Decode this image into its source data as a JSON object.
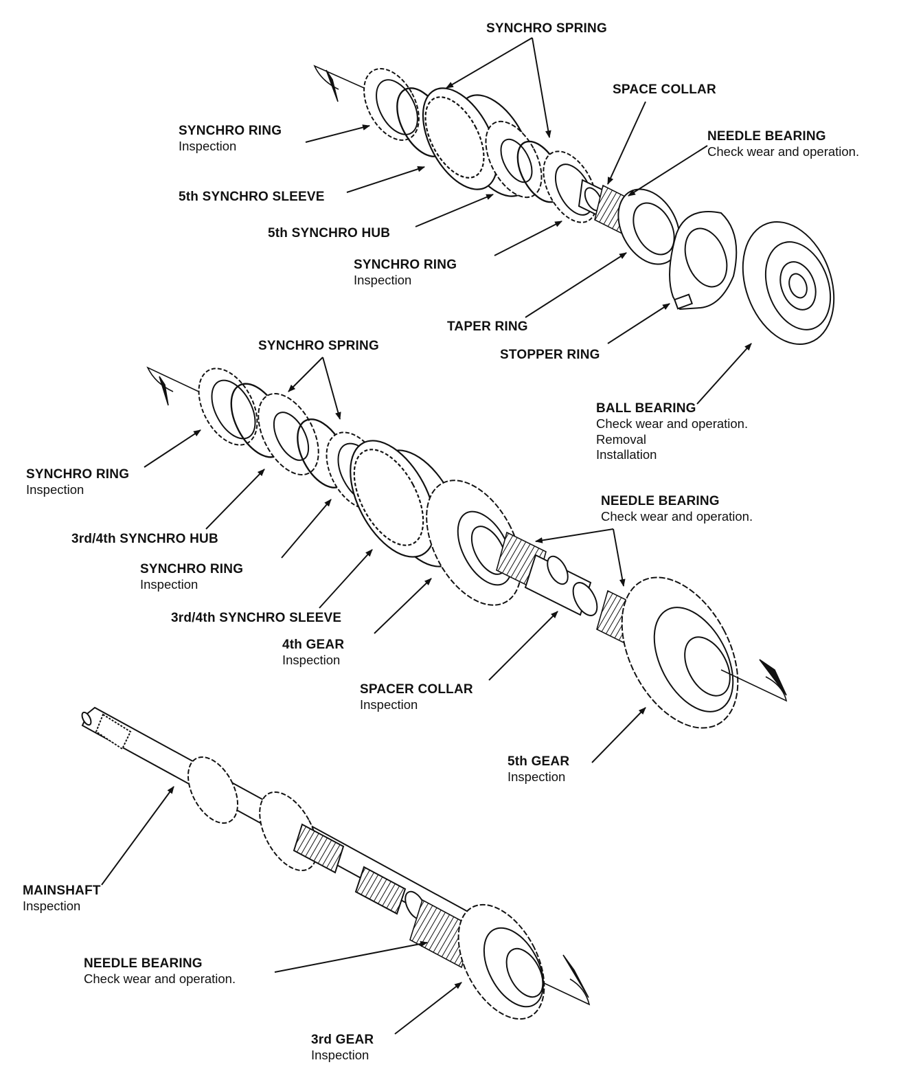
{
  "labels": {
    "synchro_spring_top": {
      "name": "SYNCHRO SPRING"
    },
    "space_collar": {
      "name": "SPACE COLLAR"
    },
    "needle_bearing_top": {
      "name": "NEEDLE BEARING",
      "note": "Check wear and operation."
    },
    "synchro_ring_top_left": {
      "name": "SYNCHRO RING",
      "note": "Inspection"
    },
    "fifth_synchro_sleeve": {
      "name": "5th SYNCHRO SLEEVE"
    },
    "fifth_synchro_hub": {
      "name": "5th SYNCHRO HUB"
    },
    "synchro_ring_top_mid": {
      "name": "SYNCHRO RING",
      "note": "Inspection"
    },
    "taper_ring": {
      "name": "TAPER RING"
    },
    "stopper_ring": {
      "name": "STOPPER RING"
    },
    "ball_bearing": {
      "name": "BALL BEARING",
      "note": "Check wear and operation.",
      "note2": "Removal",
      "note3": "Installation"
    },
    "synchro_spring_mid": {
      "name": "SYNCHRO SPRING"
    },
    "synchro_ring_mid_left": {
      "name": "SYNCHRO RING",
      "note": "Inspection"
    },
    "third_fourth_synchro_hub": {
      "name": "3rd/4th SYNCHRO HUB"
    },
    "synchro_ring_mid": {
      "name": "SYNCHRO RING",
      "note": "Inspection"
    },
    "third_fourth_synchro_sleeve": {
      "name": "3rd/4th SYNCHRO SLEEVE"
    },
    "fourth_gear": {
      "name": "4th GEAR",
      "note": "Inspection"
    },
    "needle_bearing_mid": {
      "name": "NEEDLE BEARING",
      "note": "Check wear and operation."
    },
    "spacer_collar": {
      "name": "SPACER COLLAR",
      "note": "Inspection"
    },
    "fifth_gear": {
      "name": "5th GEAR",
      "note": "Inspection"
    },
    "mainshaft": {
      "name": "MAINSHAFT",
      "note": "Inspection"
    },
    "needle_bearing_bottom": {
      "name": "NEEDLE BEARING",
      "note": "Check wear and operation."
    },
    "third_gear": {
      "name": "3rd GEAR",
      "note": "Inspection"
    }
  }
}
